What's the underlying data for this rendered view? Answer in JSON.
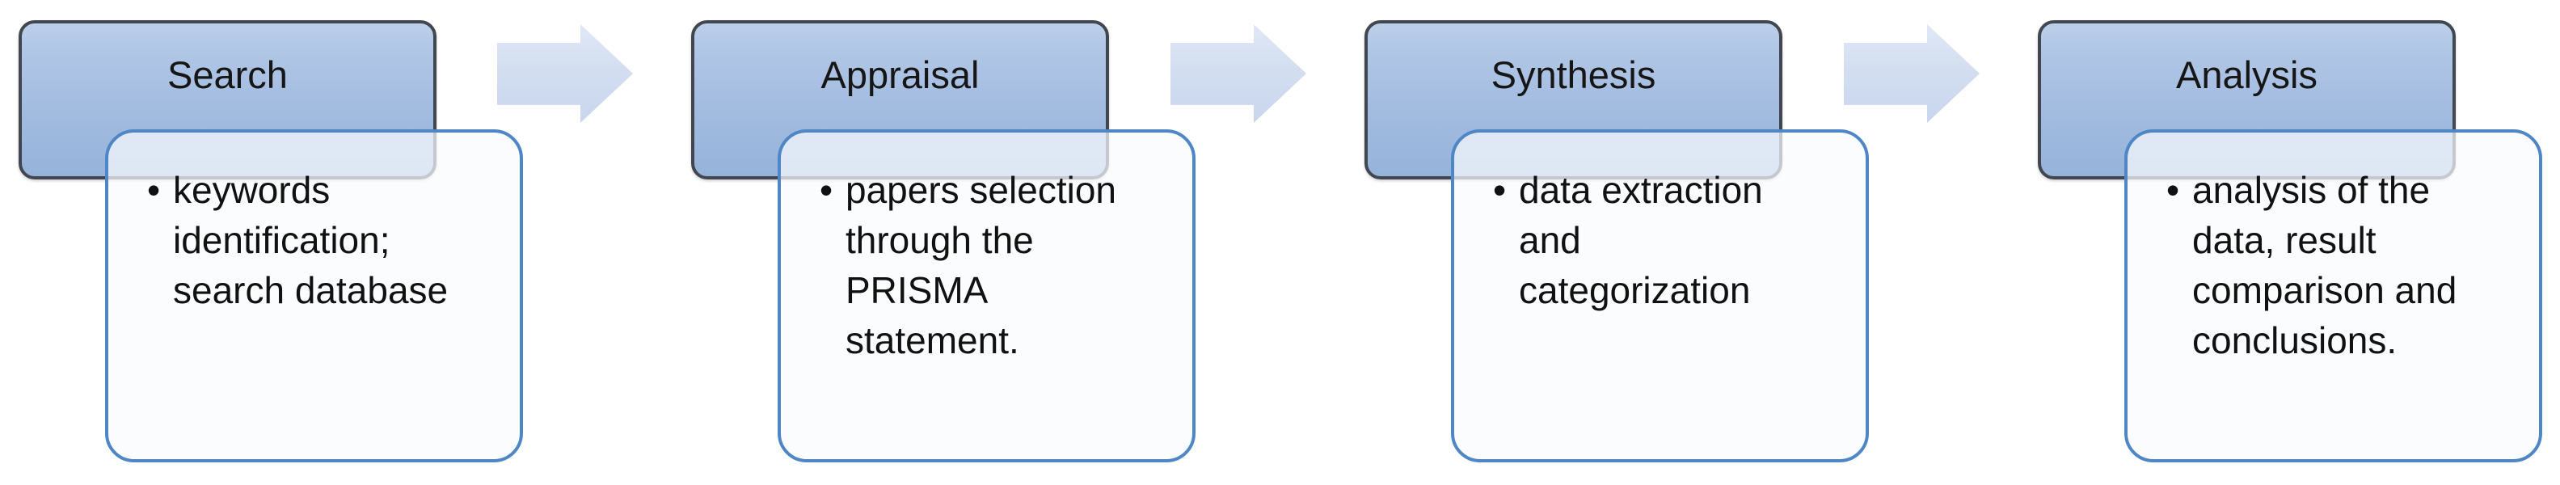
{
  "diagram": {
    "type": "process-flow",
    "bullet_marker": "•",
    "stages": [
      {
        "title": "Search",
        "bullet": "keywords identification; search database"
      },
      {
        "title": "Appraisal",
        "bullet": "papers selection through the PRISMA statement."
      },
      {
        "title": "Synthesis",
        "bullet": "data extraction and categorization"
      },
      {
        "title": "Analysis",
        "bullet": "analysis of the data, result comparison and conclusions."
      }
    ],
    "colors": {
      "header_fill_top": "#b9cde9",
      "header_fill_bottom": "#96b3da",
      "header_border": "#42474f",
      "content_box_border": "#4f87c6",
      "content_box_fill": "#f9fbfe",
      "arrow_fill_top": "#e0e8f6",
      "arrow_fill_bottom": "#c8d6ec",
      "text": "#111111",
      "background": "#ffffff"
    }
  }
}
